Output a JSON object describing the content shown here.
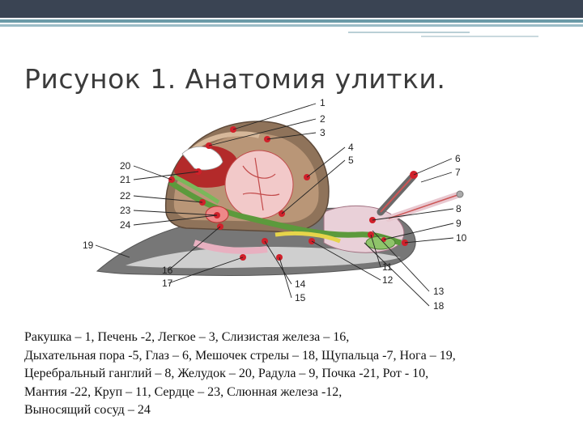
{
  "slide": {
    "title": "Рисунок 1. Анатомия улитки.",
    "caption_lines": [
      "Ракушка – 1, Печень -2, Легкое – 3, Слизистая железа – 16,",
      "Дыхательная пора -5, Глаз – 6,  Мешочек стрелы – 18, Щупальца -7, Нога – 19,",
      "Церебральный ганглий – 8, Желудок – 20, Радула – 9, Почка -21, Рот  - 10,",
      "Мантия -22, Круп – 11, Сердце – 23, Слюнная железа -12,",
      "Выносящий сосуд – 24"
    ]
  },
  "figure": {
    "labels": [
      "1",
      "2",
      "3",
      "4",
      "5",
      "6",
      "7",
      "8",
      "9",
      "10",
      "11",
      "12",
      "13",
      "14",
      "15",
      "16",
      "17",
      "18",
      "19",
      "20",
      "21",
      "22",
      "23",
      "24"
    ]
  },
  "colors": {
    "top_bar": "#3a4453",
    "accent": "#6b9aa8",
    "title_text": "#3b3b3b",
    "marker_red": "#d0202a"
  }
}
